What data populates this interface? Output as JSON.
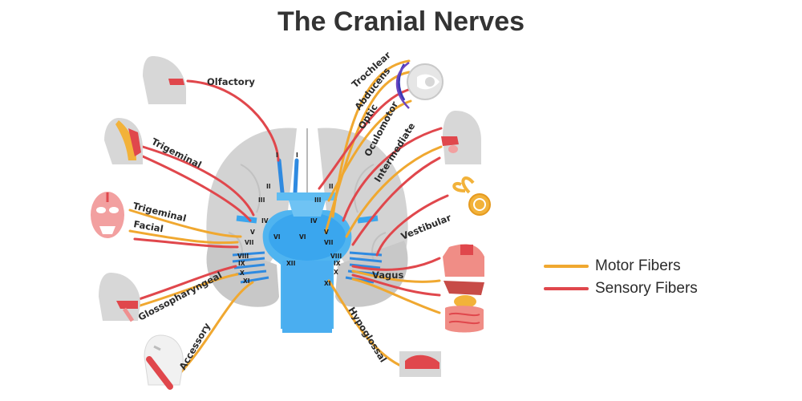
{
  "title": "The Cranial Nerves",
  "colors": {
    "motor": "#f0a830",
    "sensory": "#e0474c",
    "brainstem": "#2f8ae0",
    "brain": "#d5d5d5",
    "organ": "#e07570"
  },
  "nerves": {
    "olfactory": "Olfactory",
    "trigeminal_sensory": "Trigeminal",
    "trigeminal_motor": "Trigeminal",
    "facial": "Facial",
    "glossopharyngeal": "Glossopharyngeal",
    "accessory": "Accessory",
    "trochlear": "Trochlear",
    "abducens": "Abducens",
    "optic": "Optic",
    "oculomotor": "Oculomotor",
    "intermediate": "Intermediate",
    "vestibular": "Vestibular",
    "vagus": "Vagus",
    "hypoglossal": "Hypoglossal"
  },
  "roman": {
    "i": "I",
    "ii": "II",
    "iii": "III",
    "iv": "IV",
    "v": "V",
    "vi": "VI",
    "vii": "VII",
    "viii": "VIII",
    "ix": "IX",
    "x": "X",
    "xi": "XI",
    "xii": "XII"
  },
  "legend": {
    "motor_label": "Motor Fibers",
    "sensory_label": "Sensory Fibers"
  }
}
